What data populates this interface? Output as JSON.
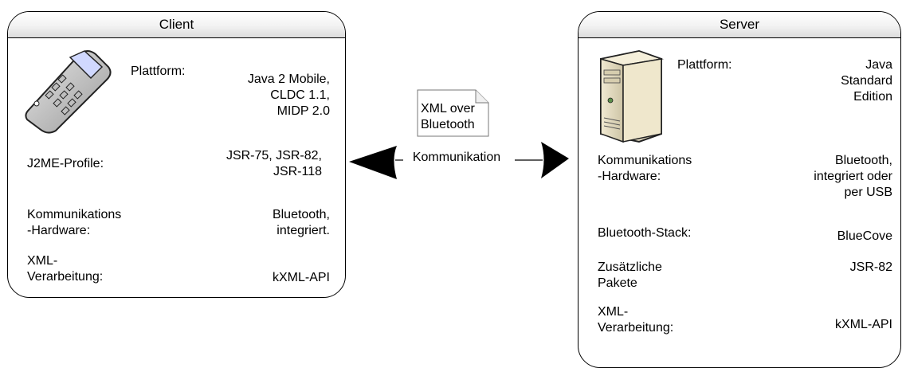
{
  "client": {
    "title": "Client",
    "rows": [
      {
        "label": "Plattform:",
        "value": "Java 2 Mobile,\nCLDC 1.1,\nMIDP 2.0"
      },
      {
        "label": "J2ME-Profile:",
        "value": "JSR-75, JSR-82,\nJSR-118"
      },
      {
        "label": "Kommunikations\n-Hardware:",
        "value": "Bluetooth,\nintegriert."
      },
      {
        "label": "XML-\nVerarbeitung:",
        "value": "kXML-API"
      }
    ]
  },
  "server": {
    "title": "Server",
    "rows": [
      {
        "label": "Plattform:",
        "value": "Java\nStandard\nEdition"
      },
      {
        "label": "Kommunikations\n-Hardware:",
        "value": "Bluetooth,\nintegriert oder\nper USB"
      },
      {
        "label": "Bluetooth-Stack:",
        "value": "BlueCove"
      },
      {
        "label": "Zusätzliche\nPakete",
        "value": "JSR-82"
      },
      {
        "label": "XML-\nVerarbeitung:",
        "value": "kXML-API"
      }
    ]
  },
  "connection": {
    "label": "Kommunikation",
    "note": "XML over\nBluetooth"
  },
  "icons": {
    "client": "mobile-phone-icon",
    "server": "server-tower-icon"
  }
}
